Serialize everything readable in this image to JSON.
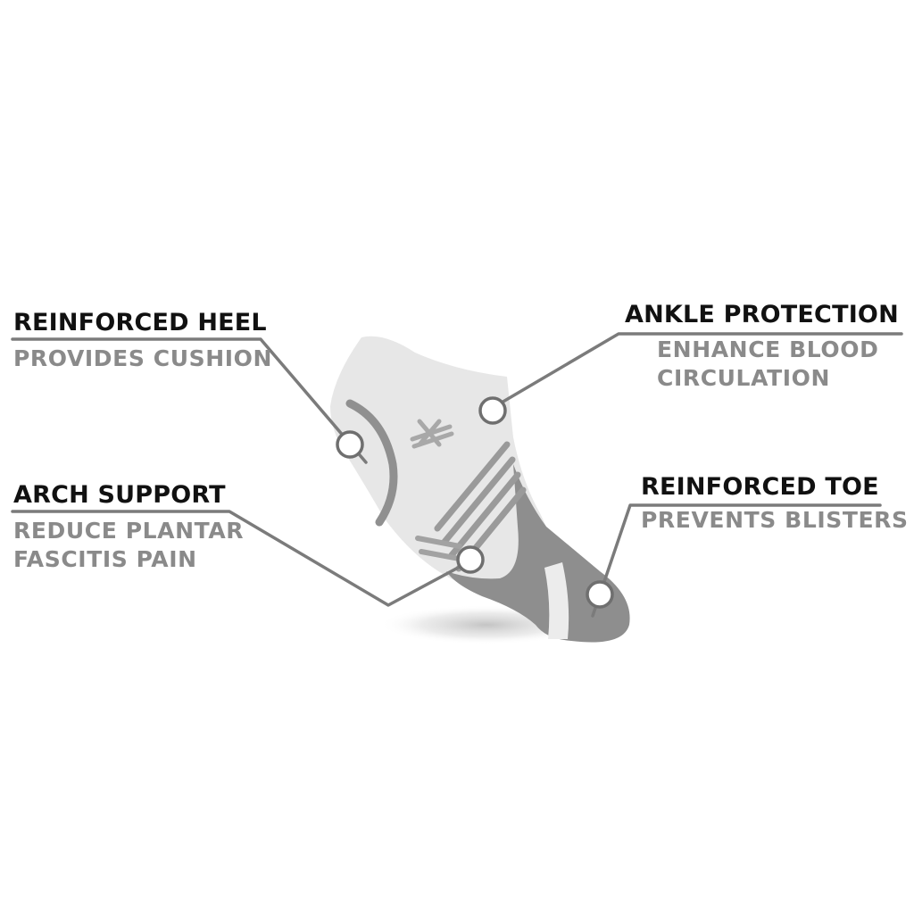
{
  "colors": {
    "title": "#111111",
    "description": "#8a8a8a",
    "leader_line": "#7b7b7b",
    "sock_light": "#e6e6e6",
    "sock_dark": "#8c8c8c"
  },
  "callouts": {
    "heel": {
      "title": "REINFORCED HEEL",
      "description": "PROVIDES CUSHION"
    },
    "arch": {
      "title": "ARCH SUPPORT",
      "lines": [
        "REDUCE PLANTAR",
        "FASCITIS PAIN"
      ]
    },
    "ankle": {
      "title": "ANKLE PROTECTION",
      "lines": [
        "ENHANCE BLOOD",
        "CIRCULATION"
      ]
    },
    "toe": {
      "title": "REINFORCED TOE",
      "description": "PREVENTS BLISTERS"
    }
  },
  "icons": {
    "markers": "circle-marker-icon",
    "logo": "x-logo-icon"
  }
}
